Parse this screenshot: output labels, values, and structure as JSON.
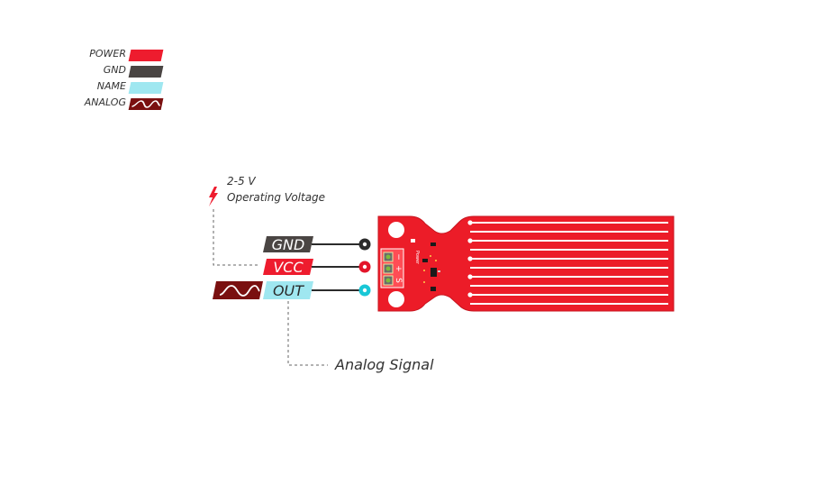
{
  "legend": {
    "items": [
      {
        "label": "POWER",
        "color": "#ee1c2e",
        "icon": "power-swatch"
      },
      {
        "label": "GND",
        "color": "#4a4543",
        "icon": "gnd-swatch"
      },
      {
        "label": "NAME",
        "color": "#9fe7f0",
        "icon": "name-swatch"
      },
      {
        "label": "ANALOG",
        "color": "#7a1010",
        "icon": "sine-wave-icon"
      }
    ]
  },
  "voltage": {
    "range": "2-5 V",
    "label": "Operating Voltage",
    "icon": "lightning-bolt-icon"
  },
  "pins": [
    {
      "name": "GND",
      "color": "#4a4543",
      "text_color": "#ffffff",
      "dot_color": "#2b2b2b"
    },
    {
      "name": "VCC",
      "color": "#ee1c2e",
      "text_color": "#ffffff",
      "dot_color": "#e3142a"
    },
    {
      "name": "OUT",
      "color": "#9fe7f0",
      "text_color": "#2a2a2a",
      "dot_color": "#19c7d6"
    }
  ],
  "board": {
    "silk_power": "Power",
    "silk_minus": "−",
    "silk_plus": "+",
    "silk_s": "S"
  },
  "analog_signal_label": "Analog Signal"
}
